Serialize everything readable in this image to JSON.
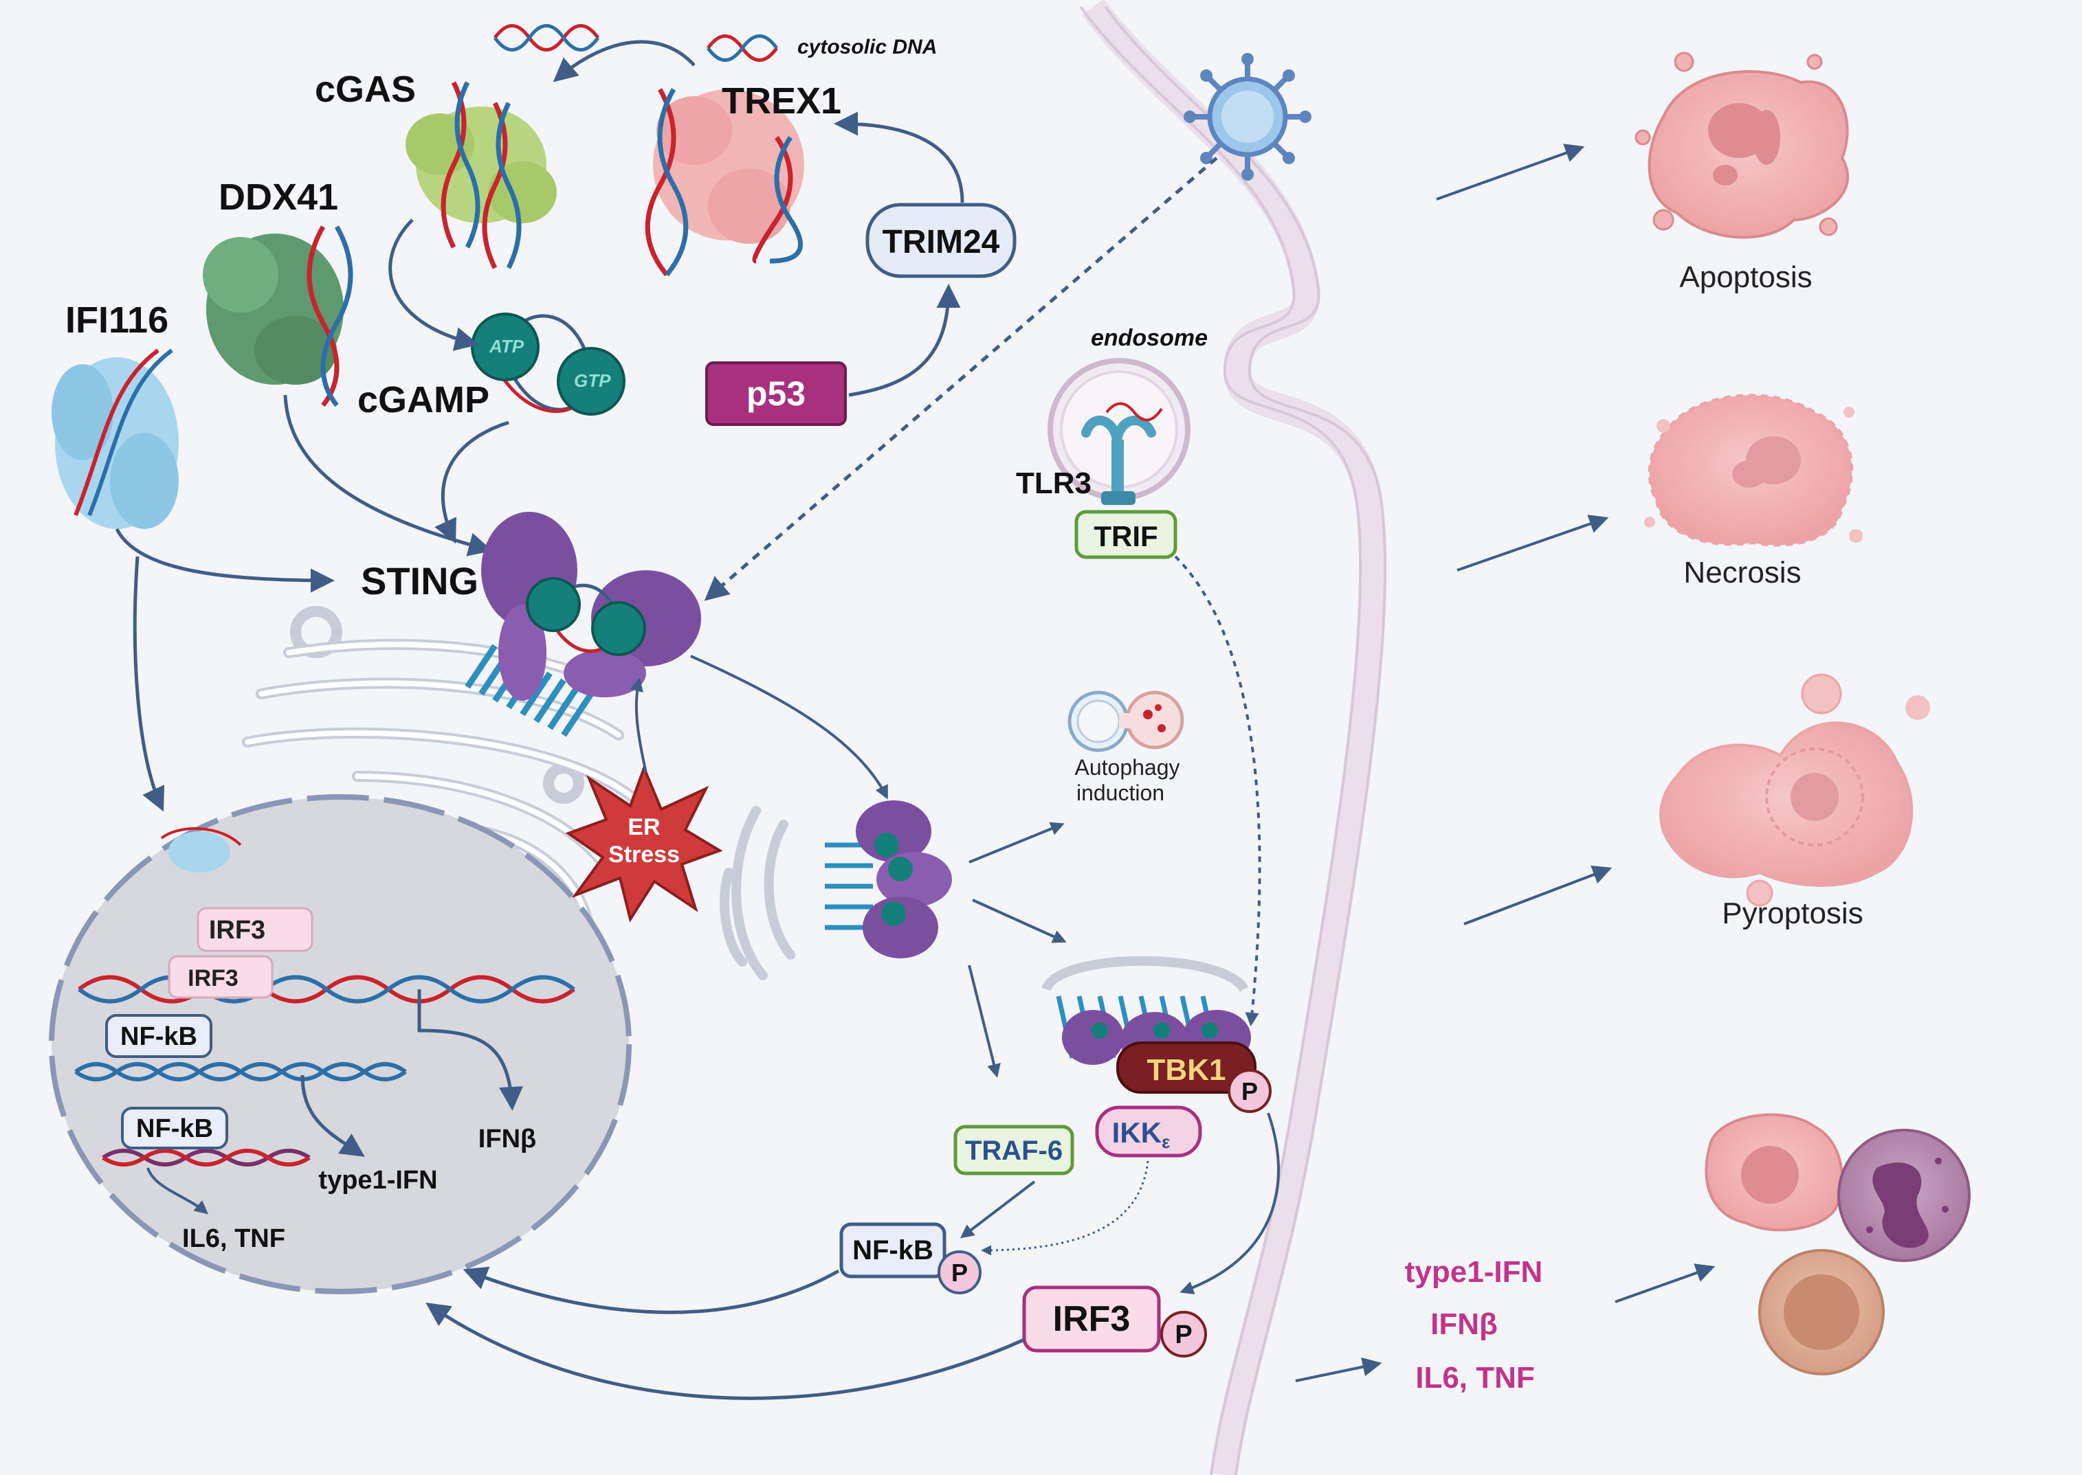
{
  "colors": {
    "background": "#f4f5f8",
    "arrow": "#3f5d86",
    "pink_output": "#c2338c",
    "p53_fill": "#a8307f",
    "trim24_fill": "#e6ebf8",
    "nfkb_fill": "#e9edf9",
    "irf3_fill": "#f9dce8",
    "traf6_fill": "#e8f4df",
    "tbk1_fill": "#7a1f24",
    "er_stress": "#cf3b3a",
    "nucleus": "#d6d8dd",
    "membrane": "#d8c7d9",
    "cell_pink": "#f0b2b2"
  },
  "labels": {
    "cgas": "cGAS",
    "trex1": "TREX1",
    "cytosolic_dna": "cytosolic DNA",
    "ddx41": "DDX41",
    "ifi116": "IFI116",
    "cgamp": "cGAMP",
    "atp": "ATP",
    "gtp": "GTP",
    "trim24": "TRIM24",
    "p53": "p53",
    "sting": "STING",
    "endosome": "endosome",
    "tlr3": "TLR3",
    "trif": "TRIF",
    "er_stress_line1": "ER",
    "er_stress_line2": "Stress",
    "autophagy_line1": "Autophagy",
    "autophagy_line2": "induction",
    "irf3_a": "IRF3",
    "irf3_b": "IRF3",
    "nfkb_a": "NF-kB",
    "nfkb_b": "NF-kB",
    "type1_ifn_nuc": "type1-IFN",
    "ifnb_nuc": "IFNβ",
    "il6_tnf_nuc": "IL6, TNF",
    "tbk1": "TBK1",
    "ikk": "IKK",
    "ikk_sub": "ε",
    "traf6": "TRAF-6",
    "nfkb_p": "NF-kB",
    "irf3_p": "IRF3",
    "phospho": "P",
    "apoptosis": "Apoptosis",
    "necrosis": "Necrosis",
    "pyroptosis": "Pyroptosis",
    "out_type1_ifn": "type1-IFN",
    "out_ifnb": "IFNβ",
    "out_il6_tnf": "IL6, TNF"
  },
  "icons": {
    "virus": "virus-icon",
    "dna": "dna-helix-icon",
    "cell_death": "dying-cell-icon",
    "immune_cells": "immune-cell-icon"
  }
}
